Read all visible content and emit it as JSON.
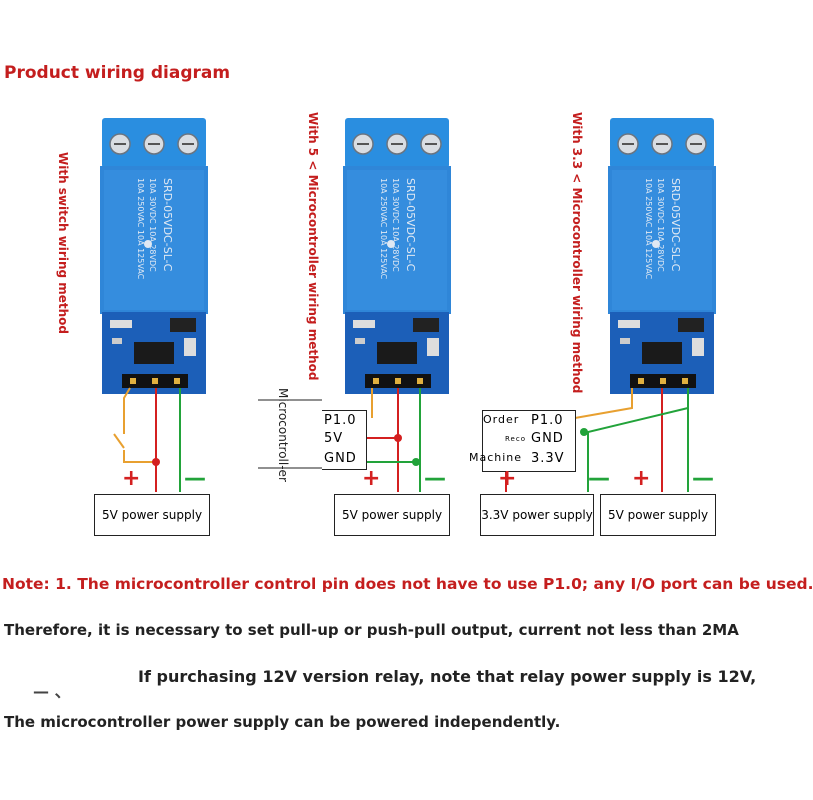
{
  "title": "Product wiring diagram",
  "diagrams": [
    {
      "label": "With switch wiring method",
      "supply": "5V power supply"
    },
    {
      "label": "With 5 < Microcontroller wiring method",
      "supply": "5V power supply",
      "mcu_label": "Microcontroll-er",
      "pins": [
        "P1.0",
        "5V",
        "GND"
      ]
    },
    {
      "label": "With 3.3 < Microcontroller wiring method",
      "supply_33": "3.3V power supply",
      "supply_5": "5V power supply",
      "mcu_word1": "Order",
      "mcu_word2": "Reco",
      "mcu_word3": "Machine",
      "pins": [
        "P1.0",
        "GND",
        "3.3V"
      ]
    }
  ],
  "relay_print": {
    "line1": "10A 250VAC  10A 125VAC",
    "line2": "10A 30VDC  10A 28VDC",
    "model": "SRD-05VDC-SL-C"
  },
  "polarity": {
    "plus": "+",
    "minus": "—"
  },
  "notes": {
    "n1": "Note: 1. The microcontroller control pin does not have to use P1.0; any I/O port can be used.",
    "n2": "Therefore, it is necessary to set pull-up or push-pull output, current not less than 2MA",
    "dash": "— 、",
    "n3": "If purchasing 12V version relay, note that relay power supply is 12V,",
    "n4": "The microcontroller power supply can be powered independently."
  },
  "colors": {
    "title_red": "#c41e1e",
    "wire_red": "#d42020",
    "wire_green": "#22a33a",
    "wire_orange": "#e8a030",
    "relay_blue": "#2a7fd4",
    "board_blue": "#1c5fb8"
  }
}
